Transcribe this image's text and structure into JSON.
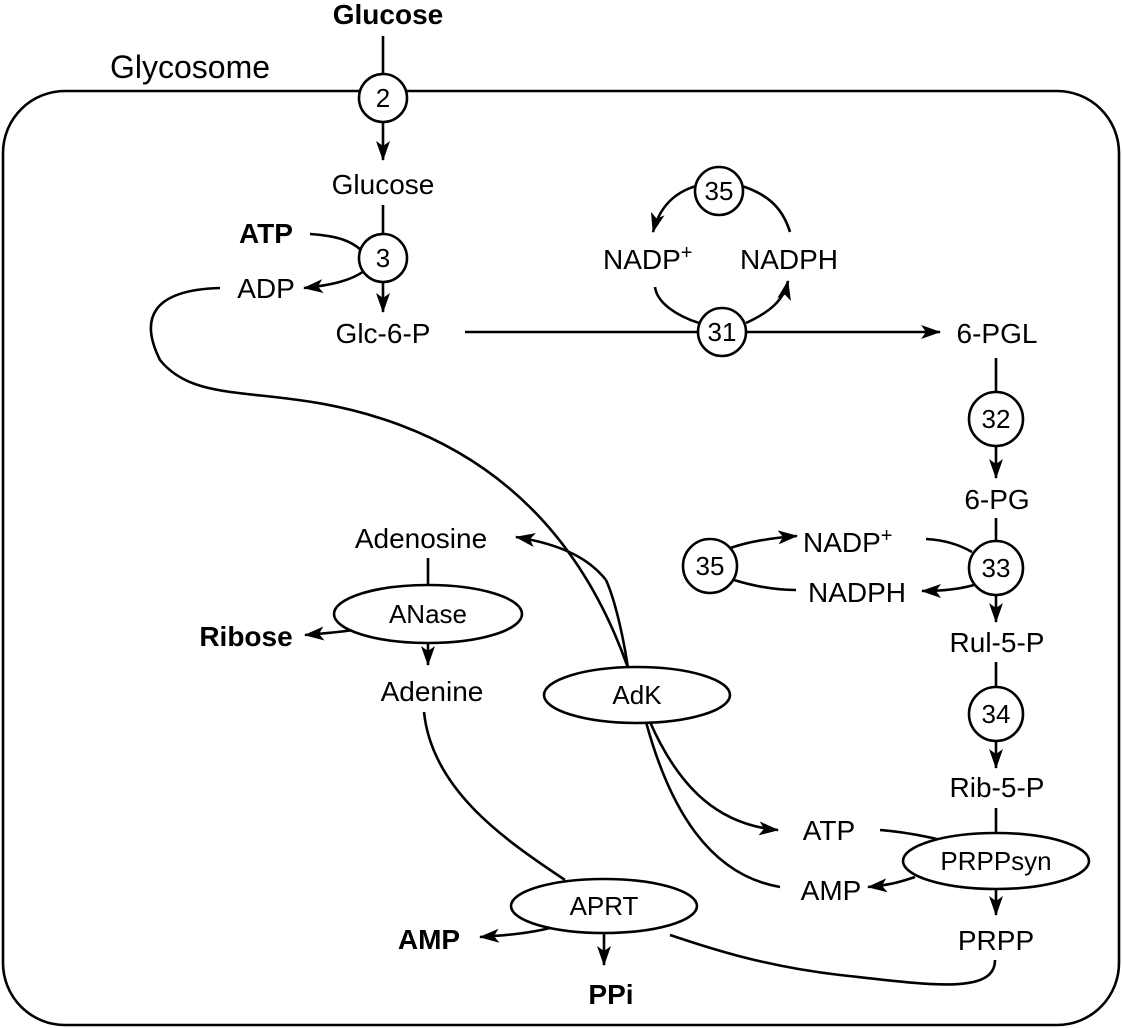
{
  "compartment": {
    "label": "Glycosome"
  },
  "metabolites": {
    "glucose_out": "Glucose",
    "glucose_in": "Glucose",
    "atp_top": "ATP",
    "adp": "ADP",
    "glc6p": "Glc-6-P",
    "nadp_top": "NADP",
    "nadph_top": "NADPH",
    "pgl6": "6-PGL",
    "pg6": "6-PG",
    "nadp_mid": "NADP",
    "nadph_mid": "NADPH",
    "rul5p": "Rul-5-P",
    "rib5p": "Rib-5-P",
    "atp_low": "ATP",
    "amp_low": "AMP",
    "prpp": "PRPP",
    "adenosine": "Adenosine",
    "ribose": "Ribose",
    "adenine": "Adenine",
    "amp_out": "AMP",
    "ppi": "PPi",
    "plus_sign": "+"
  },
  "enzymes": {
    "e2": "2",
    "e3": "3",
    "e31": "31",
    "e35_top": "35",
    "e32": "32",
    "e33": "33",
    "e35_mid": "35",
    "e34": "34",
    "anase": "ANase",
    "adk": "AdK",
    "prppsyn": "PRPPsyn",
    "aprt": "APRT"
  }
}
